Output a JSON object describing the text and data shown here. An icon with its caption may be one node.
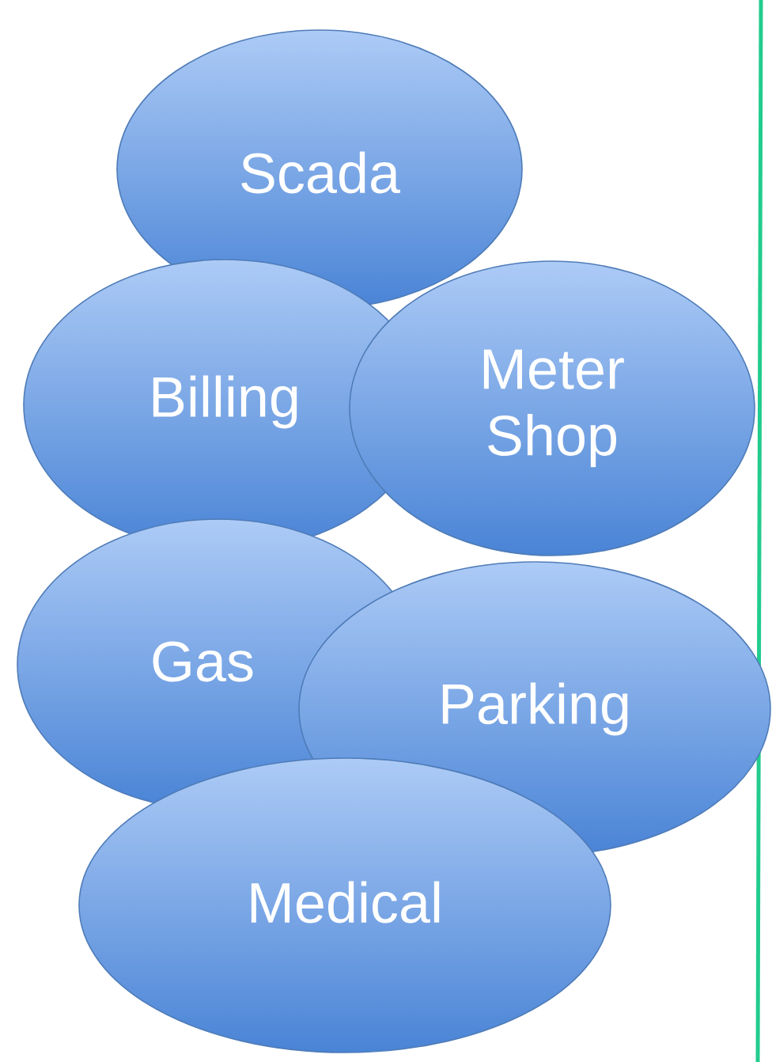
{
  "diagram": {
    "nodes": [
      {
        "text": [
          "Scada"
        ]
      },
      {
        "text": [
          "Billing"
        ]
      },
      {
        "text": [
          "Meter Shop"
        ]
      },
      {
        "text": [
          "Gas"
        ]
      },
      {
        "text": [
          "Parking"
        ]
      },
      {
        "text": [
          "Medical"
        ]
      }
    ]
  }
}
